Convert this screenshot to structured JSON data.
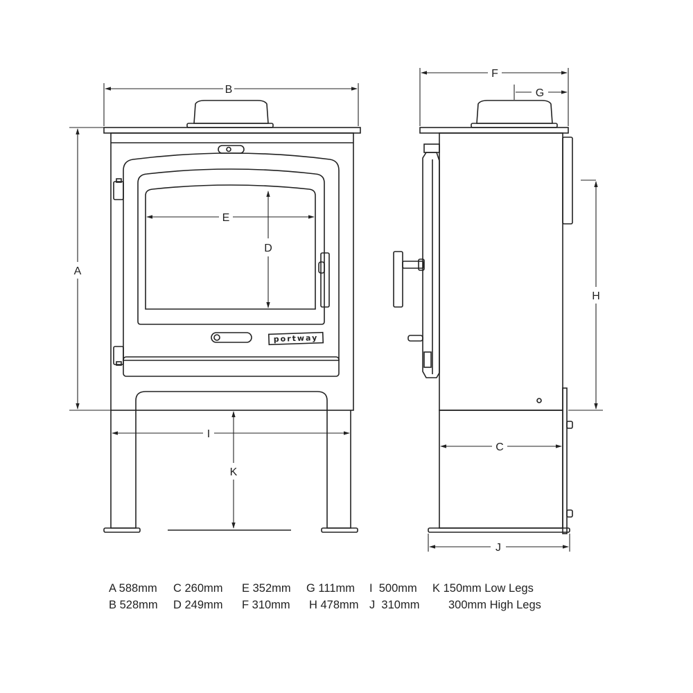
{
  "labels": {
    "A": "A",
    "B": "B",
    "C": "C",
    "D": "D",
    "E": "E",
    "F": "F",
    "G": "G",
    "H": "H",
    "I": "I",
    "J": "J",
    "K": "K"
  },
  "logo": "portway",
  "legend": {
    "row1": [
      "A 588mm",
      "C 260mm",
      "E 352mm",
      "G 111mm",
      "I  500mm",
      "K 150mm Low Legs"
    ],
    "row2": [
      "B 528mm",
      "D 249mm",
      "F 310mm",
      "H 478mm",
      "J  310mm",
      "300mm High Legs"
    ]
  }
}
